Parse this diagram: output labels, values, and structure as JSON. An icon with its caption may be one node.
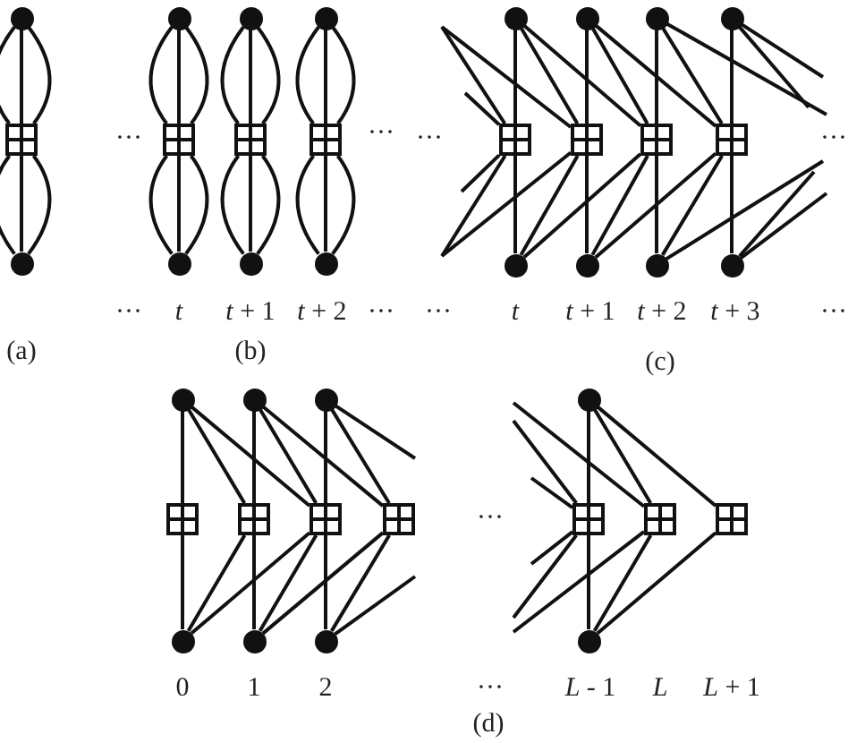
{
  "diagram": {
    "nodes": [
      {
        "text": [],
        "shape": "circle"
      },
      {
        "text": [],
        "shape": "box"
      },
      {
        "text": [],
        "shape": "circle"
      },
      {
        "text": [],
        "shape": "circle"
      },
      {
        "text": [],
        "shape": "box"
      },
      {
        "text": [],
        "shape": "circle"
      },
      {
        "text": [],
        "shape": "circle"
      },
      {
        "text": [],
        "shape": "box"
      },
      {
        "text": [],
        "shape": "circle"
      },
      {
        "text": [],
        "shape": "circle"
      },
      {
        "text": [],
        "shape": "box"
      },
      {
        "text": [],
        "shape": "circle"
      },
      {
        "text": [],
        "shape": "circle"
      },
      {
        "text": [],
        "shape": "box"
      },
      {
        "text": [],
        "shape": "circle"
      },
      {
        "text": [],
        "shape": "circle"
      },
      {
        "text": [],
        "shape": "box"
      },
      {
        "text": [],
        "shape": "circle"
      },
      {
        "text": [],
        "shape": "circle"
      },
      {
        "text": [],
        "shape": "box"
      },
      {
        "text": [],
        "shape": "circle"
      },
      {
        "text": [],
        "shape": "circle"
      },
      {
        "text": [],
        "shape": "box"
      },
      {
        "text": [],
        "shape": "circle"
      },
      {
        "text": [],
        "shape": "circle"
      },
      {
        "text": [],
        "shape": "box"
      },
      {
        "text": [],
        "shape": "circle"
      },
      {
        "text": [],
        "shape": "circle"
      },
      {
        "text": [],
        "shape": "box"
      },
      {
        "text": [],
        "shape": "circle"
      },
      {
        "text": [],
        "shape": "circle"
      },
      {
        "text": [],
        "shape": "box"
      },
      {
        "text": [],
        "shape": "circle"
      },
      {
        "text": [],
        "shape": "box"
      },
      {
        "text": [],
        "shape": "circle"
      },
      {
        "text": [],
        "shape": "box"
      },
      {
        "text": [],
        "shape": "circle"
      },
      {
        "text": [],
        "shape": "box"
      },
      {
        "text": [],
        "shape": "box"
      }
    ],
    "edges": [
      {
        "from": 0,
        "to": 1,
        "arrow": "none"
      },
      {
        "from": 0,
        "to": 1,
        "arrow": "none"
      },
      {
        "from": 0,
        "to": 1,
        "arrow": "none"
      },
      {
        "from": 1,
        "to": 2,
        "arrow": "none"
      },
      {
        "from": 1,
        "to": 2,
        "arrow": "none"
      },
      {
        "from": 1,
        "to": 2,
        "arrow": "none"
      },
      {
        "from": 3,
        "to": 4,
        "arrow": "none"
      },
      {
        "from": 3,
        "to": 4,
        "arrow": "none"
      },
      {
        "from": 3,
        "to": 4,
        "arrow": "none"
      },
      {
        "from": 4,
        "to": 5,
        "arrow": "none"
      },
      {
        "from": 4,
        "to": 5,
        "arrow": "none"
      },
      {
        "from": 4,
        "to": 5,
        "arrow": "none"
      },
      {
        "from": 6,
        "to": 7,
        "arrow": "none"
      },
      {
        "from": 6,
        "to": 7,
        "arrow": "none"
      },
      {
        "from": 6,
        "to": 7,
        "arrow": "none"
      },
      {
        "from": 7,
        "to": 8,
        "arrow": "none"
      },
      {
        "from": 7,
        "to": 8,
        "arrow": "none"
      },
      {
        "from": 7,
        "to": 8,
        "arrow": "none"
      },
      {
        "from": 9,
        "to": 10,
        "arrow": "none"
      },
      {
        "from": 9,
        "to": 10,
        "arrow": "none"
      },
      {
        "from": 9,
        "to": 10,
        "arrow": "none"
      },
      {
        "from": 10,
        "to": 11,
        "arrow": "none"
      },
      {
        "from": 10,
        "to": 11,
        "arrow": "none"
      },
      {
        "from": 10,
        "to": 11,
        "arrow": "none"
      },
      {
        "from": 12,
        "to": 13,
        "arrow": "none"
      },
      {
        "from": 12,
        "to": 16,
        "arrow": "none"
      },
      {
        "from": 12,
        "to": 19,
        "arrow": "none"
      },
      {
        "from": 15,
        "to": 16,
        "arrow": "none"
      },
      {
        "from": 15,
        "to": 19,
        "arrow": "none"
      },
      {
        "from": 15,
        "to": 22,
        "arrow": "none"
      },
      {
        "from": 18,
        "to": 19,
        "arrow": "none"
      },
      {
        "from": 18,
        "to": 22,
        "arrow": "none"
      },
      {
        "from": 18,
        "to": null,
        "arrow": "none"
      },
      {
        "from": 21,
        "to": 22,
        "arrow": "none"
      },
      {
        "from": 21,
        "to": null,
        "arrow": "none"
      },
      {
        "from": 21,
        "to": null,
        "arrow": "none"
      },
      {
        "from": null,
        "to": 13,
        "arrow": "none"
      },
      {
        "from": null,
        "to": 13,
        "arrow": "none"
      },
      {
        "from": null,
        "to": 16,
        "arrow": "none"
      },
      {
        "from": 14,
        "to": 13,
        "arrow": "none"
      },
      {
        "from": 14,
        "to": 16,
        "arrow": "none"
      },
      {
        "from": 14,
        "to": 19,
        "arrow": "none"
      },
      {
        "from": 17,
        "to": 16,
        "arrow": "none"
      },
      {
        "from": 17,
        "to": 19,
        "arrow": "none"
      },
      {
        "from": 17,
        "to": 22,
        "arrow": "none"
      },
      {
        "from": 20,
        "to": 19,
        "arrow": "none"
      },
      {
        "from": 20,
        "to": 22,
        "arrow": "none"
      },
      {
        "from": 20,
        "to": null,
        "arrow": "none"
      },
      {
        "from": 23,
        "to": 22,
        "arrow": "none"
      },
      {
        "from": 23,
        "to": null,
        "arrow": "none"
      },
      {
        "from": 23,
        "to": null,
        "arrow": "none"
      },
      {
        "from": null,
        "to": 13,
        "arrow": "none"
      },
      {
        "from": null,
        "to": 13,
        "arrow": "none"
      },
      {
        "from": null,
        "to": 16,
        "arrow": "none"
      },
      {
        "from": 24,
        "to": 25,
        "arrow": "none"
      },
      {
        "from": 24,
        "to": 28,
        "arrow": "none"
      },
      {
        "from": 24,
        "to": 31,
        "arrow": "none"
      },
      {
        "from": 27,
        "to": 28,
        "arrow": "none"
      },
      {
        "from": 27,
        "to": 31,
        "arrow": "none"
      },
      {
        "from": 27,
        "to": 33,
        "arrow": "none"
      },
      {
        "from": 30,
        "to": 31,
        "arrow": "none"
      },
      {
        "from": 30,
        "to": 33,
        "arrow": "none"
      },
      {
        "from": 30,
        "to": null,
        "arrow": "none"
      },
      {
        "from": 26,
        "to": 25,
        "arrow": "none"
      },
      {
        "from": 26,
        "to": 28,
        "arrow": "none"
      },
      {
        "from": 26,
        "to": 31,
        "arrow": "none"
      },
      {
        "from": 29,
        "to": 28,
        "arrow": "none"
      },
      {
        "from": 29,
        "to": 31,
        "arrow": "none"
      },
      {
        "from": 29,
        "to": 33,
        "arrow": "none"
      },
      {
        "from": 32,
        "to": 31,
        "arrow": "none"
      },
      {
        "from": 32,
        "to": 33,
        "arrow": "none"
      },
      {
        "from": 32,
        "to": null,
        "arrow": "none"
      },
      {
        "from": 34,
        "to": 35,
        "arrow": "none"
      },
      {
        "from": 34,
        "to": 37,
        "arrow": "none"
      },
      {
        "from": 34,
        "to": 38,
        "arrow": "none"
      },
      {
        "from": null,
        "to": 35,
        "arrow": "none"
      },
      {
        "from": null,
        "to": 35,
        "arrow": "none"
      },
      {
        "from": null,
        "to": 37,
        "arrow": "none"
      },
      {
        "from": 36,
        "to": 35,
        "arrow": "none"
      },
      {
        "from": 36,
        "to": 37,
        "arrow": "none"
      },
      {
        "from": 36,
        "to": 38,
        "arrow": "none"
      },
      {
        "from": null,
        "to": 35,
        "arrow": "none"
      },
      {
        "from": null,
        "to": 35,
        "arrow": "none"
      },
      {
        "from": null,
        "to": 37,
        "arrow": "none"
      }
    ],
    "labels": [
      "···",
      "···",
      "···",
      "···",
      "···",
      "*t*",
      "*t* + 1",
      "*t* + 2",
      "···",
      "···",
      "*t*",
      "*t* + 1",
      "*t* + 2",
      "*t* + 3",
      "···",
      "(a)",
      "(b)",
      "(c)",
      "···",
      "0",
      "1",
      "2",
      "···",
      "*L* - 1",
      "*L*",
      "*L* + 1",
      "(d)"
    ]
  }
}
